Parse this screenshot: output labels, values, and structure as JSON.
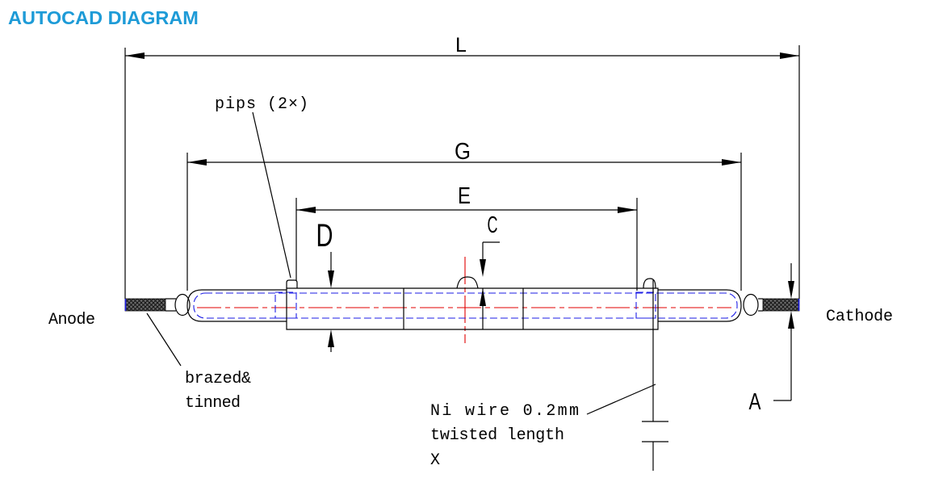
{
  "page": {
    "title": "AUTOCAD DIAGRAM"
  },
  "colors": {
    "title": "#1E9BD7",
    "outline": "#000000",
    "hidden_lines": "#1E1EE6",
    "center_lines": "#E00000",
    "hatch": "#6A6A6A"
  },
  "dimensions": {
    "L": "L",
    "G": "G",
    "E": "E",
    "D": "D",
    "C": "C",
    "A": "A"
  },
  "labels": {
    "pips": "pips (2×)",
    "anode": "Anode",
    "cathode": "Cathode",
    "brazed": [
      "brazed&",
      "tinned"
    ],
    "ni_wire": [
      "Ni wire 0.2mm",
      "twisted length",
      "X"
    ]
  }
}
